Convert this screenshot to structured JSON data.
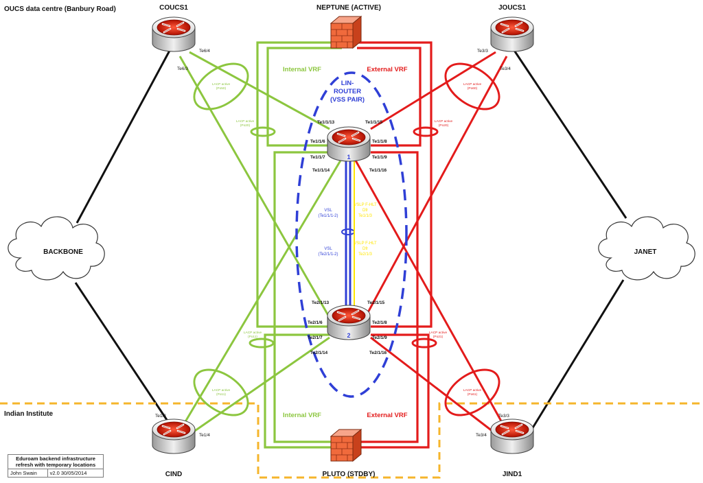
{
  "site_title": "OUCS data centre (Banbury Road)",
  "second_site": "Indian Institute",
  "colors": {
    "internal": "#8cc63f",
    "external": "#e31b1b",
    "vss": "#2f3fd6",
    "yellow": "#ffe600",
    "boundary": "#f5b52b"
  },
  "nodes": {
    "coucs1": "COUCS1",
    "joucs1": "JOUCS1",
    "cind": "CIND",
    "jind1": "JIND1",
    "neptune": "NEPTUNE (ACTIVE)",
    "pluto": "PLUTO (STDBY)",
    "backbone": "BACKBONE",
    "janet": "JANET",
    "lin_router": [
      "LIN-",
      "ROUTER",
      "(VSS PAIR)"
    ],
    "router1_num": "1",
    "router2_num": "2"
  },
  "vrf": {
    "internal_top": "Internal VRF",
    "external_top": "External VRF",
    "internal_bottom": "Internal VRF",
    "external_bottom": "External VRF"
  },
  "ports": {
    "coucs1_a": "Te6/4",
    "coucs1_b": "Te6/3",
    "joucs1_a": "Te3/3",
    "joucs1_b": "Te3/4",
    "cind_a": "Te1/3",
    "cind_b": "Te1/4",
    "jind1_a": "Te3/3",
    "jind1_b": "Te3/4",
    "r1": [
      "Te1/1/13",
      "Te1/1/15",
      "Te1/1/6",
      "Te1/1/8",
      "Te1/1/7",
      "Te1/1/9",
      "Te1/1/14",
      "Te1/1/16"
    ],
    "r2": [
      "Te2/1/13",
      "Te2/1/15",
      "Te2/1/6",
      "Te2/1/8",
      "Te2/1/7",
      "Te2/1/9",
      "Te2/1/14",
      "Te2/1/16"
    ]
  },
  "lacp": {
    "po50": [
      "LACP active",
      "(Po50)"
    ],
    "po60": [
      "LACP active",
      "(Po60)"
    ],
    "po20_green": [
      "LACP active",
      "(Po20)"
    ],
    "po20_red": [
      "LACP active",
      "(Po20)"
    ],
    "po11a": [
      "LACP active",
      "(Po11)"
    ],
    "po11b": [
      "LACP active",
      "(Po11)"
    ],
    "po21": [
      "LACP active",
      "(Po21)"
    ],
    "po61": [
      "LACP active",
      "(Po61)"
    ]
  },
  "vsl": {
    "vsl1": [
      "VSL",
      "(Te1/1/1-2)"
    ],
    "vsl2": [
      "VSL",
      "(Te2/1/1-2)"
    ],
    "fhl1": [
      "VSLP F-HLT",
      "Dfr",
      "Te1/1/3"
    ],
    "fhl2": [
      "VSLP F-HLT",
      "Dfr",
      "Te2/1/3"
    ]
  },
  "info_box": {
    "title": "Eduroam backend infrastructure refresh with temporary locations",
    "author": "John Swain",
    "version": "v2.0 30/05/2014"
  }
}
